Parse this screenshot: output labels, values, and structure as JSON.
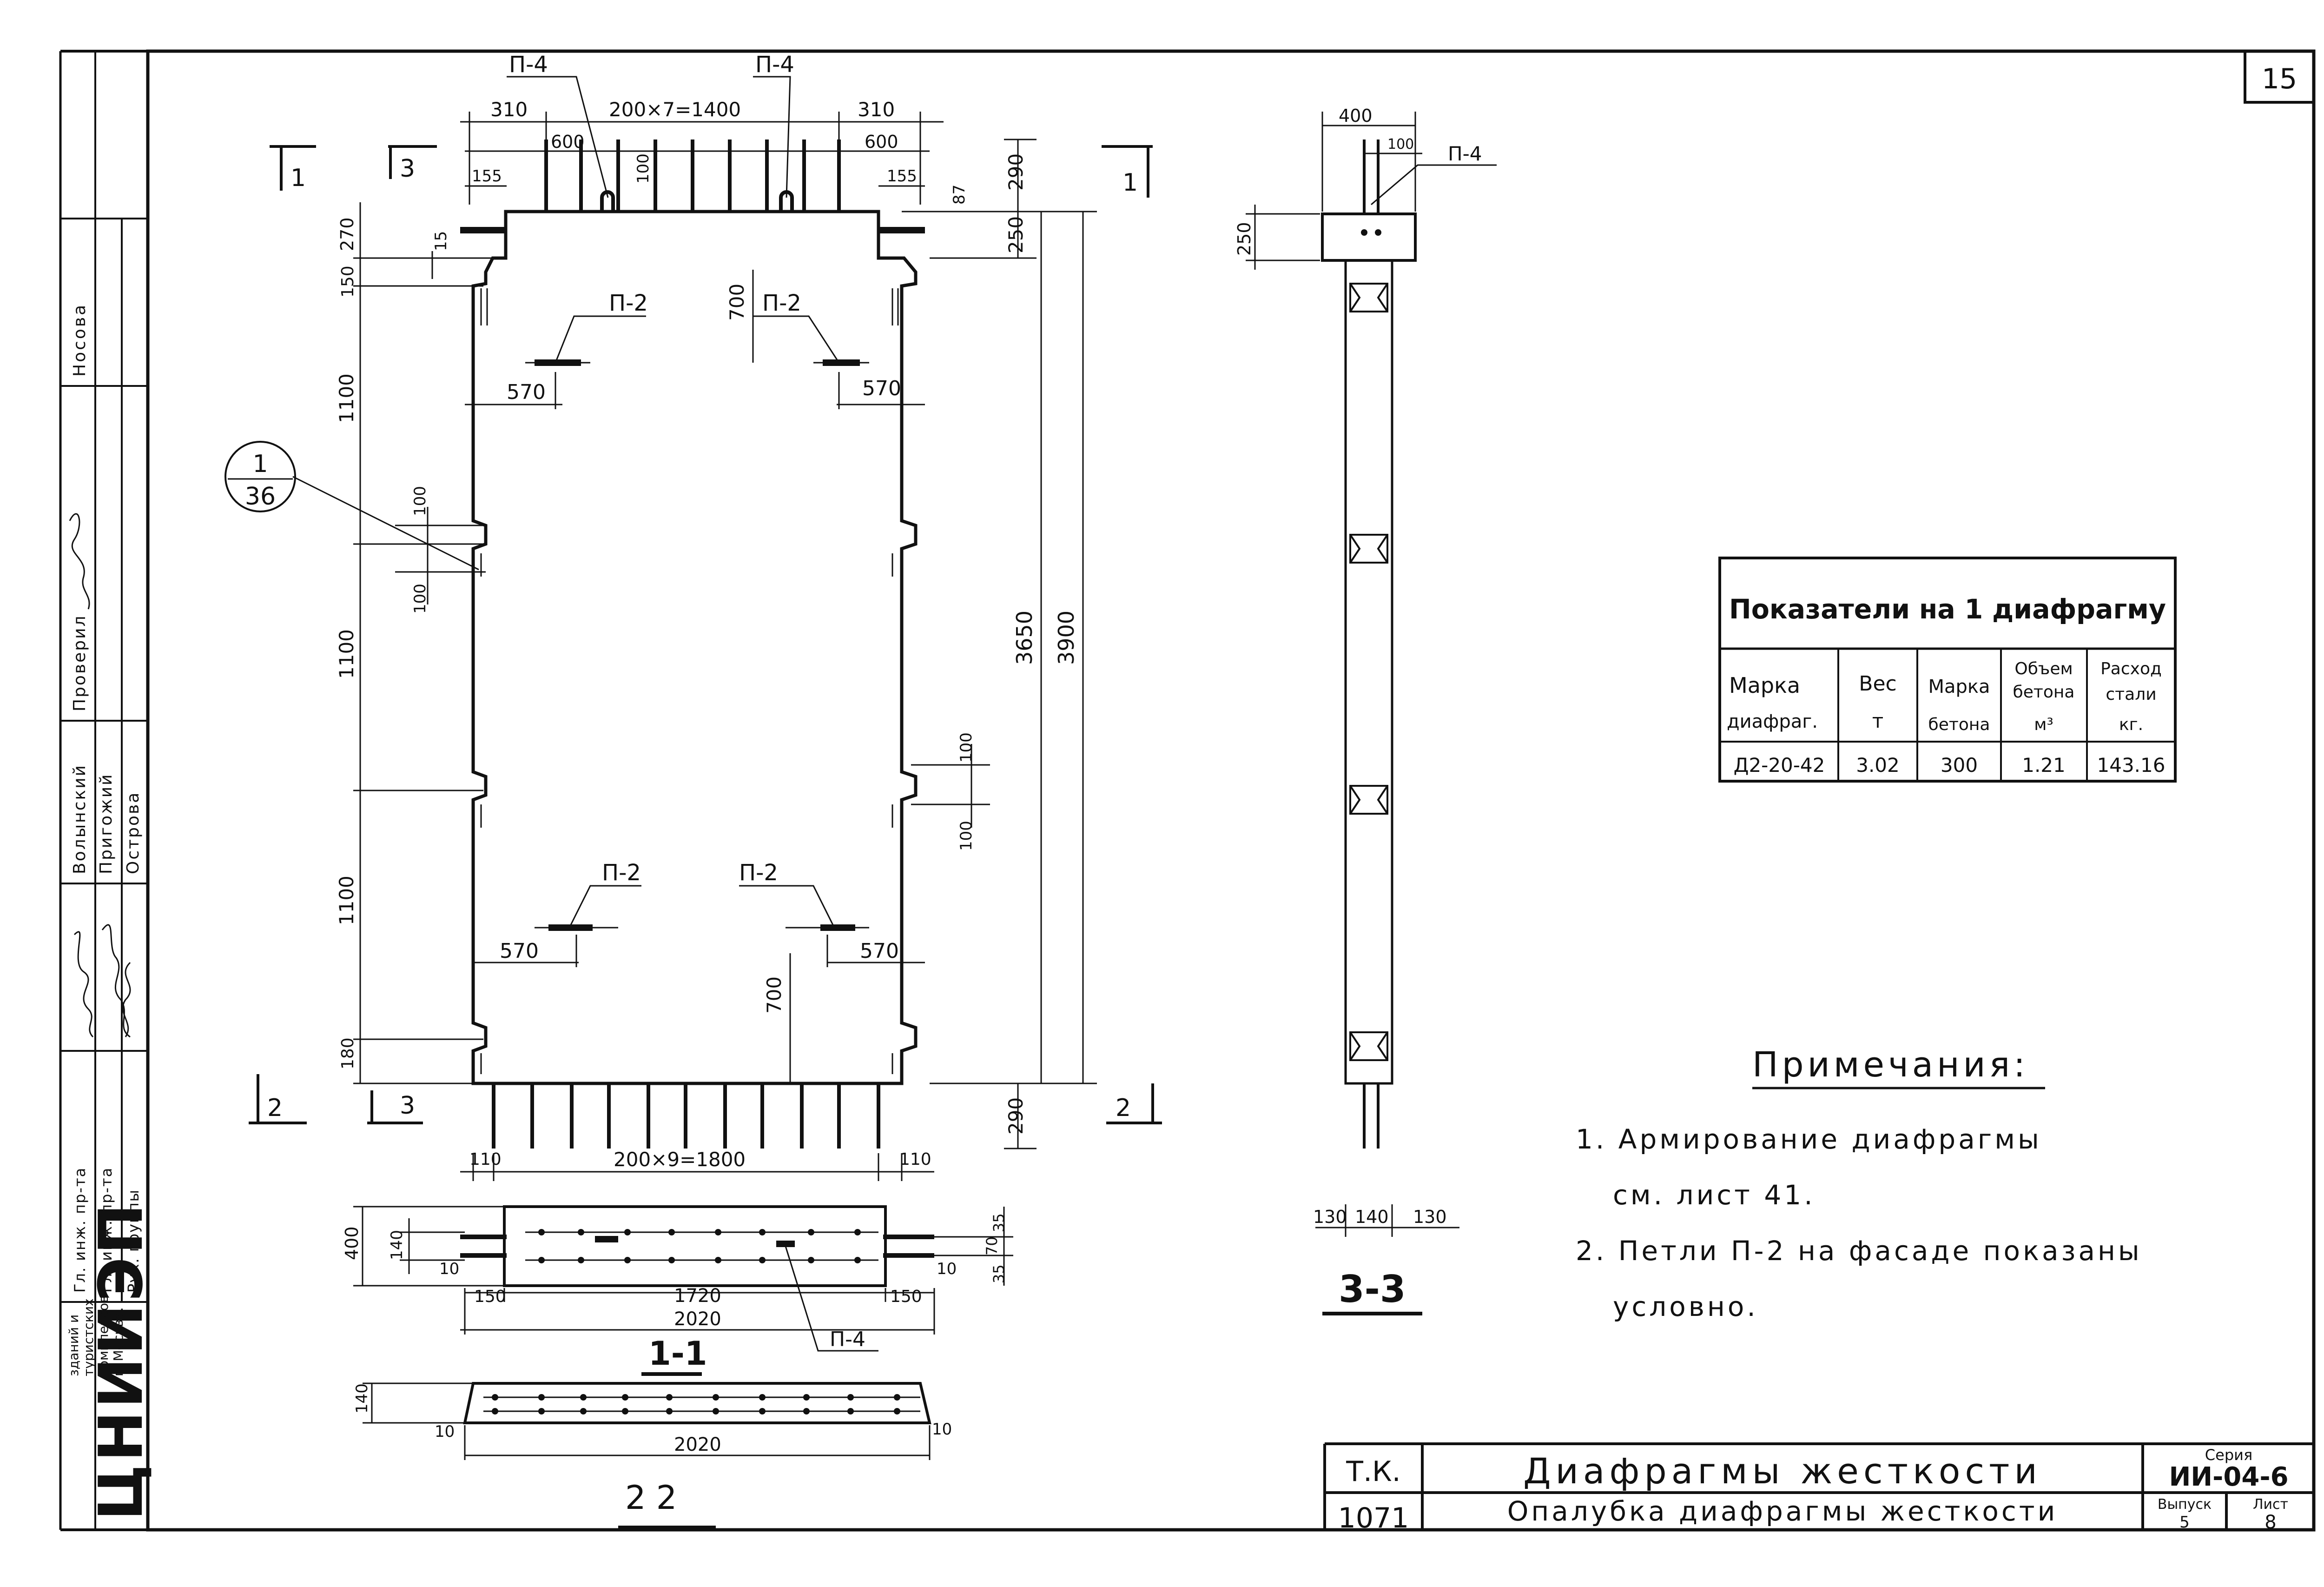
{
  "sheet_number": "15",
  "elevation": {
    "marks": {
      "p4": "П-4",
      "p2": "П-2"
    },
    "dims": {
      "top_edge": "310",
      "top_mid": "200×7=1400",
      "top_edge_r": "310",
      "d600": "600",
      "d100": "100",
      "d155": "155",
      "d87": "87",
      "d290": "290",
      "d250": "250",
      "d270": "270",
      "d15": "15",
      "d150": "150",
      "d1100": "1100",
      "d700": "700",
      "d570": "570",
      "d3650": "3650",
      "d3900": "3900",
      "d180": "180",
      "d110": "110",
      "bottom_mid": "200×9=1800"
    },
    "callout": {
      "num": "1",
      "sheet": "36"
    },
    "section_marks": {
      "s1": "1",
      "s2": "2",
      "s3": "3"
    }
  },
  "section11": {
    "dims": {
      "d400": "400",
      "d140": "140",
      "d10": "10",
      "d150": "150",
      "d1720": "1720",
      "d2020": "2020",
      "d35": "35",
      "d70": "70"
    },
    "mark": "П-4",
    "label": "1-1"
  },
  "section22": {
    "dims": {
      "d140": "140",
      "d10": "10",
      "d2020": "2020"
    },
    "label": "2 2"
  },
  "section33": {
    "dims": {
      "d400": "400",
      "d100": "100",
      "d250": "250",
      "d130": "130",
      "d140": "140"
    },
    "mark": "П-4",
    "label": "3-3"
  },
  "indicators": {
    "title": "Показатели на 1 диафрагму",
    "headers": [
      [
        "Марка",
        "диафраг."
      ],
      [
        "Вес",
        "т"
      ],
      [
        "Марка",
        "бетона"
      ],
      [
        "Объем",
        "бетона",
        "м³"
      ],
      [
        "Расход",
        "стали",
        "кг."
      ]
    ],
    "row": [
      "Д2-20-42",
      "3.02",
      "300",
      "1.21",
      "143.16"
    ]
  },
  "notes": {
    "title": "Примечания:",
    "items": [
      "1. Армирование диафрагмы",
      "см. лист 41.",
      "2. Петли П-2 на фасаде показаны",
      "условно."
    ]
  },
  "stamp": {
    "org": "ЦНИИЭП",
    "org_sub": [
      "зданий и",
      "туристских",
      "комплексов",
      "г. Москва."
    ],
    "roles": [
      "Гл. инж. пр-та",
      "Гл. инж. пр-та",
      "Рук. группы"
    ],
    "names": [
      "Волынский",
      "Пригожий",
      "Острова"
    ],
    "checked_label": "Проверил",
    "checked_name": "Носова"
  },
  "title_block": {
    "tk": "Т.К.",
    "code": "1071",
    "title": "Диафрагмы жесткости",
    "subtitle": "Опалубка диафрагмы жесткости",
    "series_label": "Серия",
    "series": "ИИ-04-6",
    "issue_label": "Выпуск",
    "issue": "5",
    "sheet_label": "Лист",
    "sheet": "8"
  }
}
